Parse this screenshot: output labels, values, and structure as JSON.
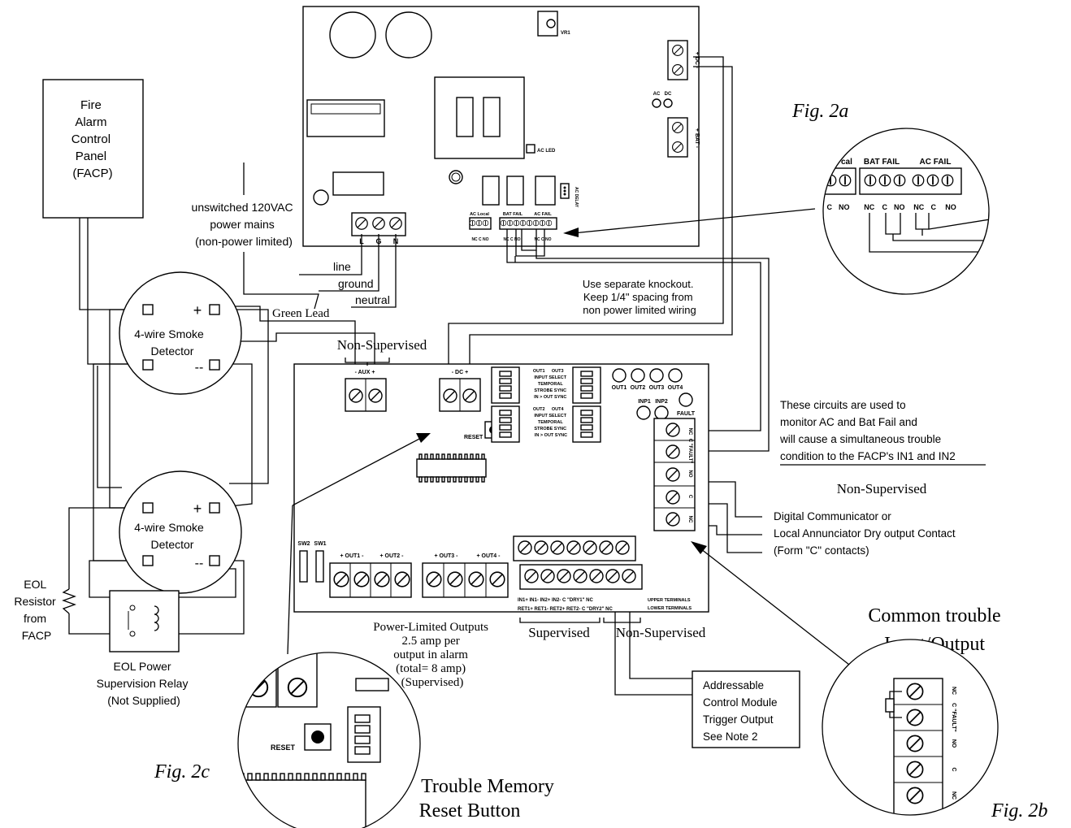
{
  "facp": {
    "lines": [
      "Fire",
      "Alarm",
      "Control",
      "Panel",
      "(FACP)"
    ]
  },
  "mains": {
    "label_lines": [
      "unswitched 120VAC",
      "power mains",
      "(non-power limited)"
    ],
    "line": "line",
    "ground": "ground",
    "neutral": "neutral",
    "green_lead": "Green Lead"
  },
  "top_board": {
    "terminals": {
      "l": "L",
      "g": "G",
      "n": "N"
    },
    "vr1": "VR1",
    "ac_led": "AC LED",
    "ac": "AC",
    "dc": "DC",
    "ac_delay": "AC DELAY",
    "dc_term": "+ DC -",
    "bat_term": "+ BAT -",
    "relay_groups": [
      "AC Local",
      "BAT FAIL",
      "AC FAIL"
    ],
    "relay_pins": [
      "NC C NO",
      "NC C NO",
      "NC C NO"
    ]
  },
  "knockout_note": [
    "Use separate knockout.",
    "Keep 1/4\" spacing from",
    "non power limited wiring"
  ],
  "smoke": {
    "lines": [
      "4-wire Smoke",
      "Detector"
    ],
    "plus": "+",
    "minus": "--"
  },
  "eol": {
    "resistor_lines": [
      "EOL",
      "Resistor",
      "from",
      "FACP"
    ],
    "relay_lines": [
      "EOL Power",
      "Supervision Relay",
      "(Not Supplied)"
    ]
  },
  "main_board": {
    "aux": "- AUX +",
    "dc": "- DC +",
    "reset": "RESET",
    "sw2": "SW2",
    "sw1": "SW1",
    "dip_upper": [
      "OUT1",
      "OUT3",
      "INPUT SELECT",
      "TEMPORAL",
      "STROBE SYNC",
      "IN > OUT SYNC"
    ],
    "dip_lower": [
      "OUT2",
      "OUT4",
      "INPUT SELECT",
      "TEMPORAL",
      "STROBE SYNC",
      "IN > OUT SYNC"
    ],
    "leds": [
      "OUT1",
      "OUT2",
      "OUT3",
      "OUT4"
    ],
    "inp_leds": [
      "INP1",
      "INP2"
    ],
    "fault": "FAULT",
    "outputs": [
      "+ OUT1 -",
      "+ OUT2 -",
      "+ OUT3 -",
      "+ OUT4 -"
    ],
    "in_labels_top": "IN1+   IN1-    IN2+   IN2-   C  \"DRY1\"  NC",
    "in_labels_bottom": "RET1+ RET1- RET2+ RET2-  C  \"DRY2\"  NC",
    "upper_terminals": "UPPER TERMINALS",
    "lower_terminals": "LOWER TERMINALS",
    "fault_pins": [
      "NC",
      "C \"FAULT\"",
      "NO",
      "C",
      "NC"
    ]
  },
  "labels": {
    "non_supervised_aux": "Non-Supervised",
    "power_limited": [
      "Power-Limited Outputs",
      "2.5 amp per",
      "output in alarm",
      "(total= 8 amp)",
      "(Supervised)"
    ],
    "supervised": "Supervised",
    "non_supervised_dry": "Non-Supervised",
    "monitor_note": [
      "These circuits are used to",
      "monitor AC and Bat Fail and",
      "will cause a simultaneous trouble",
      "condition to the FACP's IN1 and IN2"
    ],
    "non_supervised_fault": "Non-Supervised",
    "digital": [
      "Digital Communicator or",
      "Local Annunciator Dry output Contact",
      "(Form \"C\" contacts)"
    ],
    "addressable": [
      "Addressable",
      "Control Module",
      "Trigger Output",
      "See Note 2"
    ]
  },
  "figures": {
    "fig2a": "Fig. 2a",
    "fig2a_zoom": {
      "groups": [
        "cal",
        "BAT FAIL",
        "AC FAIL"
      ],
      "pins": [
        "C",
        "NO",
        "NC",
        "C",
        "NO",
        "NC",
        "C",
        "NO"
      ]
    },
    "fig2b": "Fig. 2b",
    "fig2b_title": [
      "Common trouble",
      "Input/Output"
    ],
    "fig2b_pins": [
      "NC",
      "C \"FAULT\"",
      "NO",
      "C",
      "NC"
    ],
    "fig2c": "Fig. 2c",
    "fig2c_reset": "RESET",
    "fig2c_title": [
      "Trouble Memory",
      "Reset Button"
    ]
  }
}
